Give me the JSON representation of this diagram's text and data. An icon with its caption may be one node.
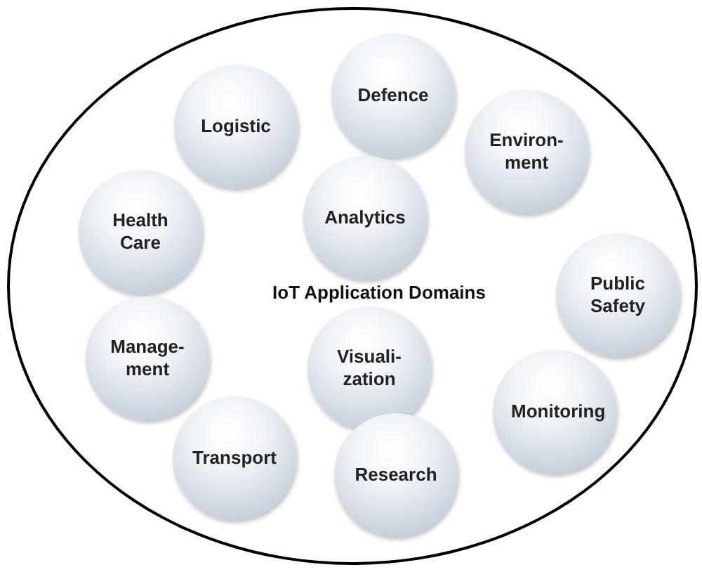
{
  "diagram": {
    "nodes": [
      {
        "text": [
          "IoT Application Domains"
        ]
      },
      {
        "text": [
          "Defence"
        ],
        "in": 0
      },
      {
        "text": [
          "Logistic"
        ],
        "in": 0
      },
      {
        "text": [
          "Environ- ment"
        ],
        "in": 0
      },
      {
        "text": [
          "Analytics"
        ],
        "in": 0
      },
      {
        "text": [
          "Health Care"
        ],
        "in": 0
      },
      {
        "text": [
          "Public Safety"
        ],
        "in": 0
      },
      {
        "text": [
          "Manage- ment"
        ],
        "in": 0
      },
      {
        "text": [
          "Visuali- zation"
        ],
        "in": 0
      },
      {
        "text": [
          "Monitoring"
        ],
        "in": 0
      },
      {
        "text": [
          "Transport"
        ],
        "in": 0
      },
      {
        "text": [
          "Research"
        ],
        "in": 0
      }
    ],
    "edges": []
  }
}
